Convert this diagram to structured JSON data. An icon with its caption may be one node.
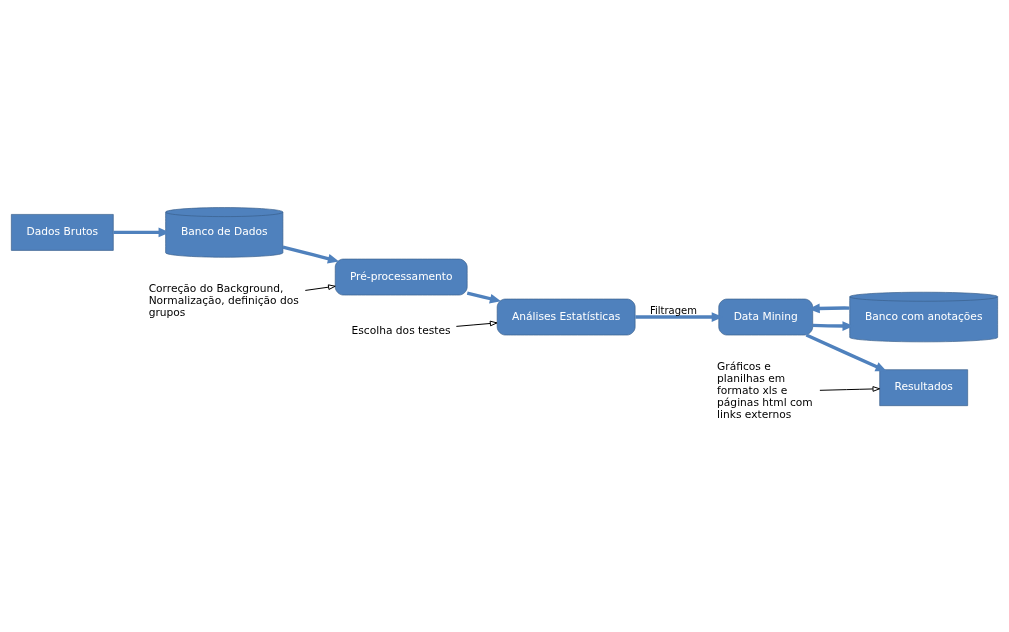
{
  "diagram": {
    "nodes": [
      {
        "text": [
          "Dados Brutos"
        ]
      },
      {
        "text": [
          "Banco de Dados"
        ]
      },
      {
        "text": [
          "Pré-processamento"
        ]
      },
      {
        "text": [
          "Análises Estatísticas"
        ]
      },
      {
        "text": [
          "Data Mining"
        ]
      },
      {
        "text": [
          "Resultados"
        ]
      },
      {
        "text": [
          "Banco com anotações"
        ]
      },
      {
        "text": [
          "Correção do Background, Normalização, definição dos grupos"
        ]
      },
      {
        "text": [
          "Escolha dos testes"
        ]
      },
      {
        "text": [
          "Gráficos e planilhas em formato xls e páginas html com links externos"
        ]
      }
    ],
    "edges": [
      {
        "from": 0,
        "to": 1,
        "arrow": "to"
      },
      {
        "from": 1,
        "to": 2,
        "arrow": "to"
      },
      {
        "from": 2,
        "to": 3,
        "arrow": "to"
      },
      {
        "from": 3,
        "to": 4,
        "arrow": "to",
        "label": "Filtragem"
      },
      {
        "from": 4,
        "to": 5,
        "arrow": "to"
      },
      {
        "from": 4,
        "to": 6,
        "arrow": "to"
      },
      {
        "from": 6,
        "to": 4,
        "arrow": "to"
      },
      {
        "from": 7,
        "to": 2,
        "arrow": "to",
        "color": "#000000"
      },
      {
        "from": 8,
        "to": 3,
        "arrow": "to",
        "color": "#000000"
      },
      {
        "from": 9,
        "to": 5,
        "arrow": "to",
        "color": "#000000"
      }
    ]
  }
}
